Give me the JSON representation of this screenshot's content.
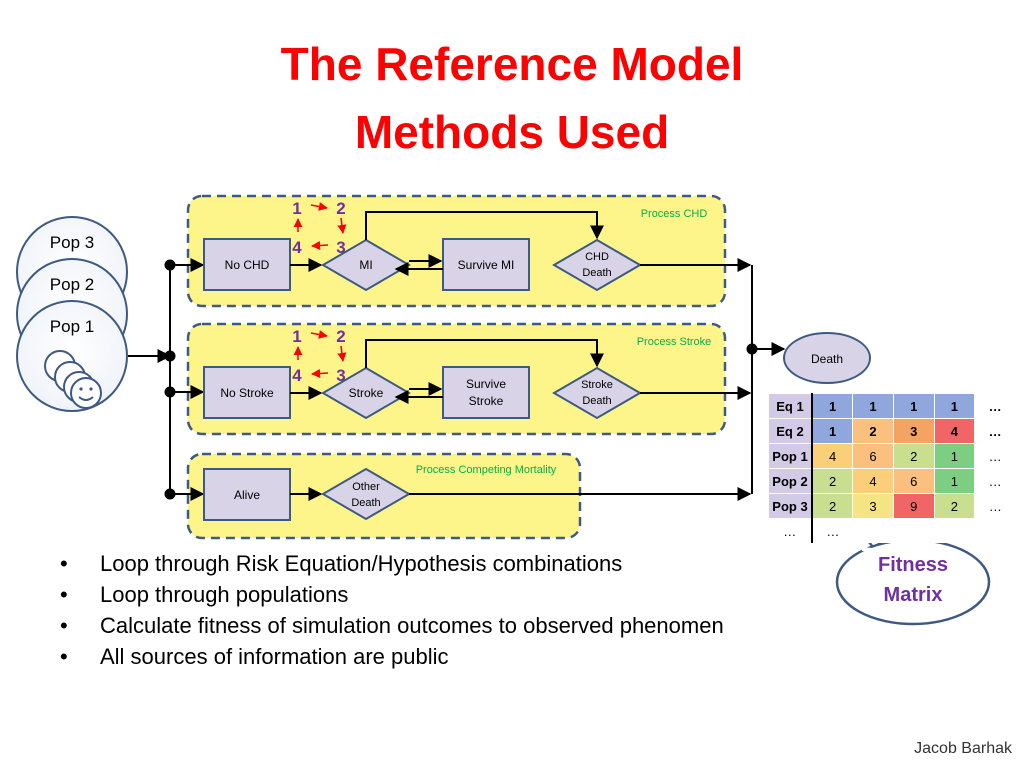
{
  "title": {
    "line1": "The Reference Model",
    "line2": "Methods Used"
  },
  "populations": {
    "pop3": "Pop 3",
    "pop2": "Pop 2",
    "pop1": "Pop 1"
  },
  "processes": {
    "chd": {
      "label": "Process CHD",
      "start": "No CHD",
      "event": "MI",
      "survive": "Survive MI",
      "death_line1": "CHD",
      "death_line2": "Death",
      "loop": [
        "1",
        "2",
        "3",
        "4"
      ]
    },
    "stroke": {
      "label": "Process Stroke",
      "start": "No Stroke",
      "event": "Stroke",
      "survive_line1": "Survive",
      "survive_line2": "Stroke",
      "death_line1": "Stroke",
      "death_line2": "Death",
      "loop": [
        "1",
        "2",
        "3",
        "4"
      ]
    },
    "competing": {
      "label": "Process Competing Mortality",
      "start": "Alive",
      "death_line1": "Other",
      "death_line2": "Death"
    }
  },
  "death_node": "Death",
  "fitness_matrix": {
    "rows": [
      {
        "header": "Eq 1",
        "values": [
          "1",
          "1",
          "1",
          "1"
        ],
        "tail": "…"
      },
      {
        "header": "Eq 2",
        "values": [
          "1",
          "2",
          "3",
          "4"
        ],
        "tail": "…"
      },
      {
        "header": "Pop 1",
        "values": [
          "4",
          "6",
          "2",
          "1"
        ],
        "tail": "…"
      },
      {
        "header": "Pop 2",
        "values": [
          "2",
          "4",
          "6",
          "1"
        ],
        "tail": "…"
      },
      {
        "header": "Pop 3",
        "values": [
          "2",
          "3",
          "9",
          "2"
        ],
        "tail": "…"
      }
    ],
    "footer": [
      "…",
      "…"
    ],
    "eq2_colors": [
      "#8fa7dc",
      "#fbbf7e",
      "#f4a363",
      "#f06565"
    ],
    "cell_colors": [
      [
        "#fbcf79",
        "#fbbf7e",
        "#c9df8f",
        "#7ccf82"
      ],
      [
        "#c9df8f",
        "#fbcf79",
        "#fbbf7e",
        "#7ccf82"
      ],
      [
        "#c9df8f",
        "#f4e484",
        "#f06565",
        "#c9df8f"
      ]
    ]
  },
  "callout": {
    "line1": "Fitness",
    "line2": "Matrix"
  },
  "bullets": [
    "Loop through Risk Equation/Hypothesis combinations",
    "Loop through populations",
    "Calculate fitness of simulation outcomes to observed phenomen",
    "All sources of information are public"
  ],
  "author": "Jacob Barhak",
  "colors": {
    "title": "#ff0000",
    "panel_fill": "#fdf58a",
    "panel_border": "#3e5a82",
    "node_fill": "#d8d3e6",
    "process_label": "#00b050",
    "loop_number": "#7030a0",
    "loop_arrow": "#ff0000",
    "callout_text": "#7030a0"
  }
}
